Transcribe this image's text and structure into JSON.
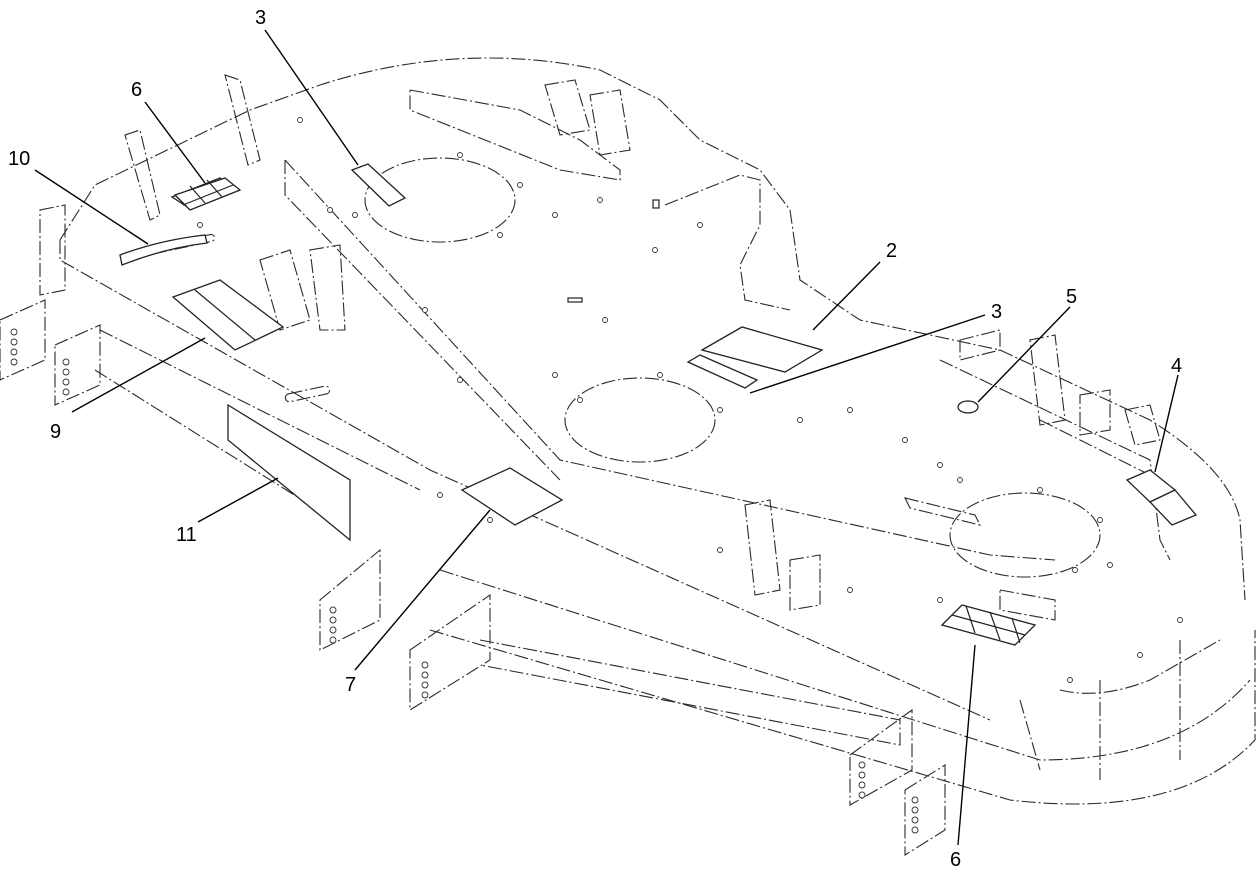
{
  "diagram": {
    "callouts": [
      {
        "id": "c2",
        "label": "2"
      },
      {
        "id": "c3a",
        "label": "3"
      },
      {
        "id": "c3b",
        "label": "3"
      },
      {
        "id": "c4",
        "label": "4"
      },
      {
        "id": "c5",
        "label": "5"
      },
      {
        "id": "c6a",
        "label": "6"
      },
      {
        "id": "c6b",
        "label": "6"
      },
      {
        "id": "c7",
        "label": "7"
      },
      {
        "id": "c9",
        "label": "9"
      },
      {
        "id": "c10",
        "label": "10"
      },
      {
        "id": "c11",
        "label": "11"
      }
    ],
    "line_color": "#222222",
    "background": "#ffffff"
  }
}
